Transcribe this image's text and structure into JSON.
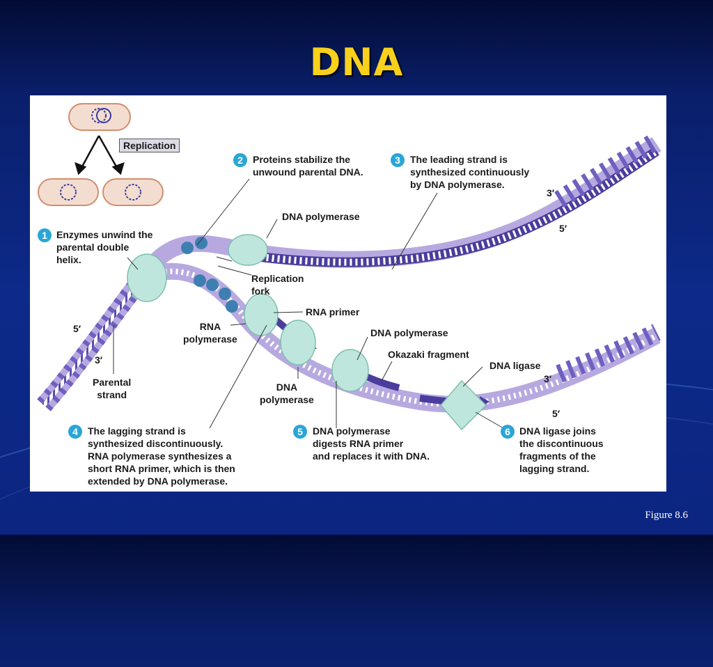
{
  "slide": {
    "title": "DNA",
    "caption": "Figure 8.6"
  },
  "diagram": {
    "replication_label": "Replication",
    "steps": [
      {
        "number": "1",
        "text": "Enzymes unwind the\nparental double\nhelix."
      },
      {
        "number": "2",
        "text": "Proteins stabilize the\nunwound parental DNA."
      },
      {
        "number": "3",
        "text": "The leading strand is\nsynthesized continuously\nby DNA polymerase."
      },
      {
        "number": "4",
        "text": "The lagging strand is\nsynthesized discontinuously.\nRNA polymerase synthesizes a\nshort RNA primer, which is then\nextended by DNA polymerase."
      },
      {
        "number": "5",
        "text": "DNA polymerase\ndigests RNA primer\nand replaces it with DNA."
      },
      {
        "number": "6",
        "text": "DNA ligase joins\nthe discontinuous\nfragments of the\nlagging strand."
      }
    ],
    "labels": {
      "dna_polymerase_top": "DNA polymerase",
      "replication_fork": "Replication\nfork",
      "rna_primer": "RNA primer",
      "rna_polymerase": "RNA\npolymerase",
      "dna_polymerase_mid": "DNA polymerase",
      "okazaki_fragment": "Okazaki fragment",
      "dna_ligase": "DNA ligase",
      "dna_polymerase_low": "DNA\npolymerase",
      "parental_strand": "Parental\nstrand",
      "end_3_top": "3′",
      "end_5_top": "5′",
      "end_5_left": "5′",
      "end_3_left": "3′",
      "end_3_bottom": "3′",
      "end_5_bottom": "5′"
    },
    "colors": {
      "strand_light": "#b7a9e0",
      "strand_dark": "#4a3d9c",
      "enzyme": "#bfe6dd",
      "primer": "#3a8f78",
      "step_badge": "#2aa6d6",
      "protein_blue": "#3d7fb0"
    }
  }
}
